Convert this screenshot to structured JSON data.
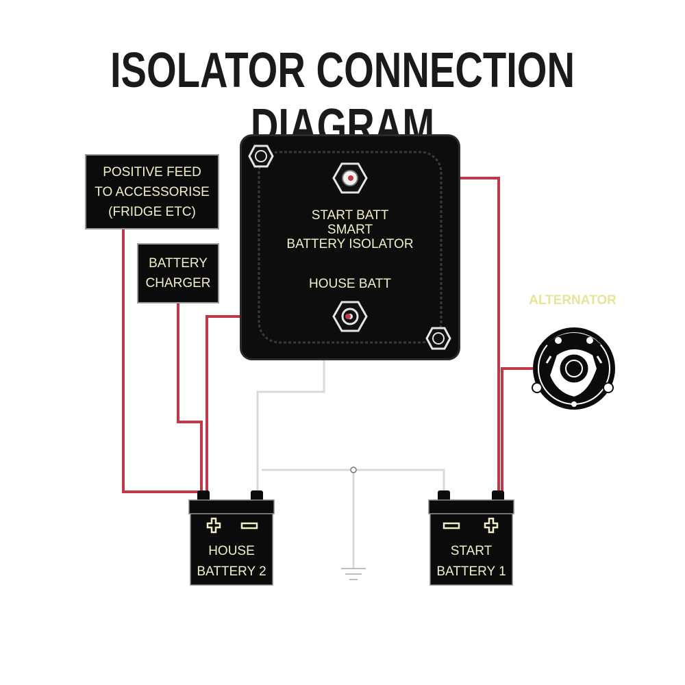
{
  "title": "ISOLATOR CONNECTION DIAGRAM",
  "labels": {
    "positive_feed": [
      "POSITIVE FEED",
      "TO ACCESSORISE",
      "(FRIDGE ETC)"
    ],
    "battery_charger": [
      "BATTERY",
      "CHARGER"
    ]
  },
  "isolator": {
    "line1": "START BATT",
    "line2": "SMART",
    "line3": "BATTERY ISOLATOR",
    "house": "HOUSE BATT"
  },
  "alternator": "ALTERNATOR",
  "batteries": {
    "house": [
      "HOUSE",
      "BATTERY 2"
    ],
    "start": [
      "START",
      "BATTERY 1"
    ]
  },
  "colors": {
    "positive_wire": "#c0394b",
    "ground_wire": "#d9d9d9",
    "box_fill": "#0b0b0b",
    "label_text": "#f3f0c8",
    "alternator_label": "#e7e49a"
  },
  "icons": [
    "plus-terminal-icon",
    "minus-terminal-icon",
    "ground-symbol-icon",
    "alternator-icon",
    "nut-bolt-icon"
  ]
}
